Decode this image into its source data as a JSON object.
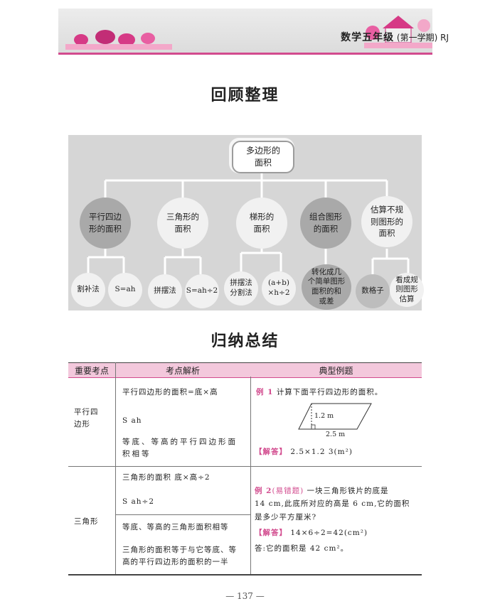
{
  "header": {
    "title": "数学五年级",
    "term": "(第一学期)",
    "edition": "RJ"
  },
  "section1_title": "回顾整理",
  "diagram": {
    "root": [
      "多边形的",
      "面积"
    ],
    "branches": [
      {
        "label": [
          "平行四边",
          "形的面积"
        ],
        "children": [
          "割补法",
          "S=ah"
        ]
      },
      {
        "label": [
          "三角形的",
          "面积"
        ],
        "children": [
          "拼摆法",
          "S=ah÷2"
        ]
      },
      {
        "label": [
          "梯形的",
          "面积"
        ],
        "children": [
          [
            "拼摆法",
            "分割法"
          ],
          [
            "(a+b)",
            "×h÷2"
          ]
        ]
      },
      {
        "label": [
          "组合图形",
          "的面积"
        ],
        "children": [
          [
            "转化成几",
            "个简单图形",
            "面积的和",
            "或差"
          ]
        ]
      },
      {
        "label": [
          "估算不规",
          "则图形的",
          "面积"
        ],
        "children": [
          "数格子",
          [
            "看成规",
            "则图形",
            "估算"
          ]
        ]
      }
    ]
  },
  "section2_title": "归纳总结",
  "table": {
    "headers": [
      "重要考点",
      "考点解析",
      "典型例题"
    ],
    "row1": {
      "topic": [
        "平行四",
        "边形"
      ],
      "points": [
        "平行四边形的面积=底×高",
        "S  ah",
        "等底、等高的平行四边形面",
        "积相等"
      ],
      "example_tag": "例 1",
      "example_text": "计算下面平行四边形的面积。",
      "fig_h": "1.2 m",
      "fig_b": "2.5 m",
      "answer_tag": "【解答】",
      "answer_text": "2.5×1.2  3(m²)"
    },
    "row2": {
      "topic": "三角形",
      "points": [
        "三角形的面积  底×高÷2",
        "S  ah÷2",
        "等底、等高的三角形面积相等",
        "三角形的面积等于与它等底、等",
        "高的平行四边形的面积的一半"
      ],
      "example_tag": "例 2",
      "example_note": "(易错题)",
      "example_lines": [
        "一块三角形铁片的底是",
        "14 cm,此底所对应的高是 6 cm,它的面积",
        "是多少平方厘米?"
      ],
      "answer_tag": "【解答】",
      "answer_text": "14×6÷2=42(cm²)",
      "answer_note": "答:它的面积是 42 cm²。"
    }
  },
  "page_number": "— 137 —"
}
